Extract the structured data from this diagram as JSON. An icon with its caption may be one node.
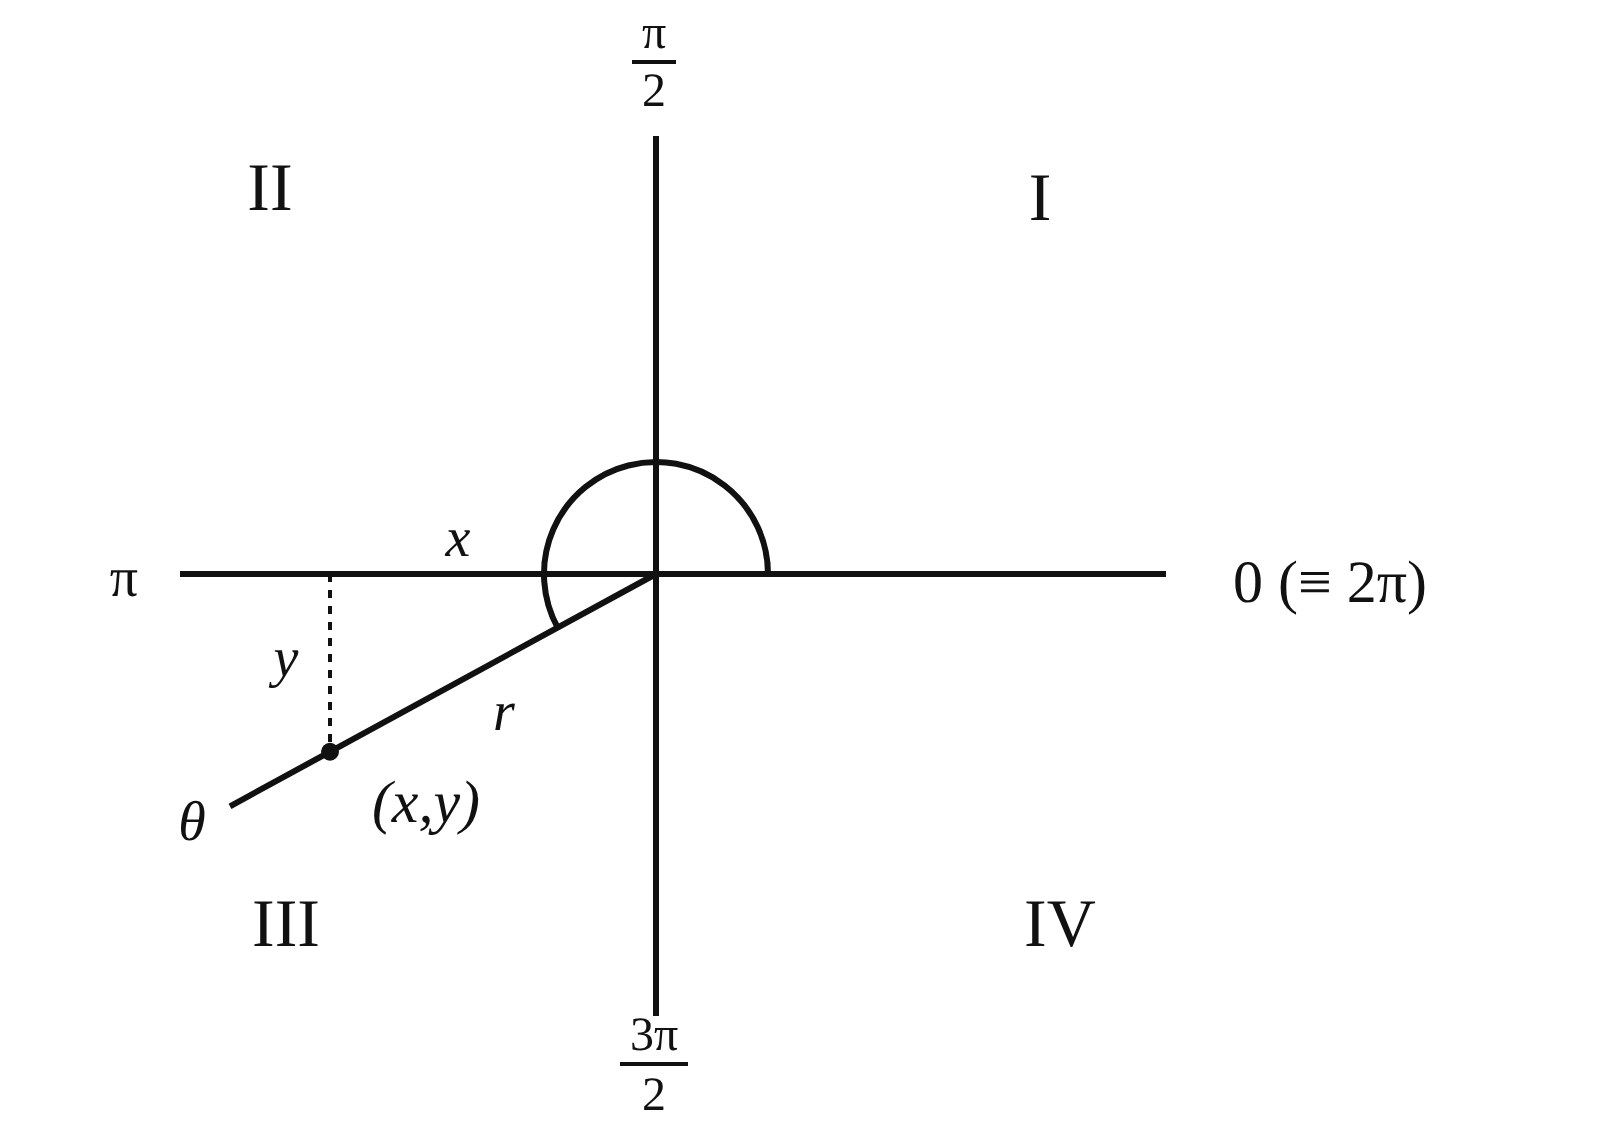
{
  "diagram": {
    "labels": [
      "π",
      "2",
      "II",
      "I",
      "x",
      "π",
      "0 (≡ 2π)",
      "y",
      "r",
      "(x,y)",
      "θ",
      "III",
      "IV",
      "3π",
      "2"
    ]
  }
}
